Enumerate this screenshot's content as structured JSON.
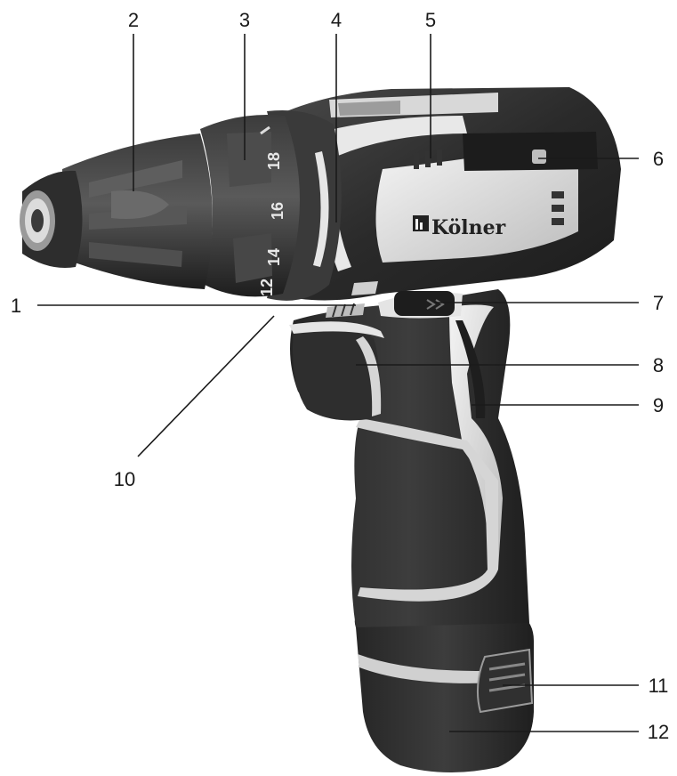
{
  "brand": {
    "name": "Kölner"
  },
  "torque_scale": [
    "12",
    "14",
    "16",
    "18"
  ],
  "callouts": [
    {
      "id": "c1",
      "number": "1"
    },
    {
      "id": "c2",
      "number": "2"
    },
    {
      "id": "c3",
      "number": "3"
    },
    {
      "id": "c4",
      "number": "4"
    },
    {
      "id": "c5",
      "number": "5"
    },
    {
      "id": "c6",
      "number": "6"
    },
    {
      "id": "c7",
      "number": "7"
    },
    {
      "id": "c8",
      "number": "8"
    },
    {
      "id": "c9",
      "number": "9"
    },
    {
      "id": "c10",
      "number": "10"
    },
    {
      "id": "c11",
      "number": "11"
    },
    {
      "id": "c12",
      "number": "12"
    }
  ],
  "colors": {
    "body_dark": "#2b2b2b",
    "body_mid": "#444444",
    "trim_light": "#d9d9d9",
    "accent_white": "#f2f2f2",
    "line": "#1a1a1a"
  }
}
